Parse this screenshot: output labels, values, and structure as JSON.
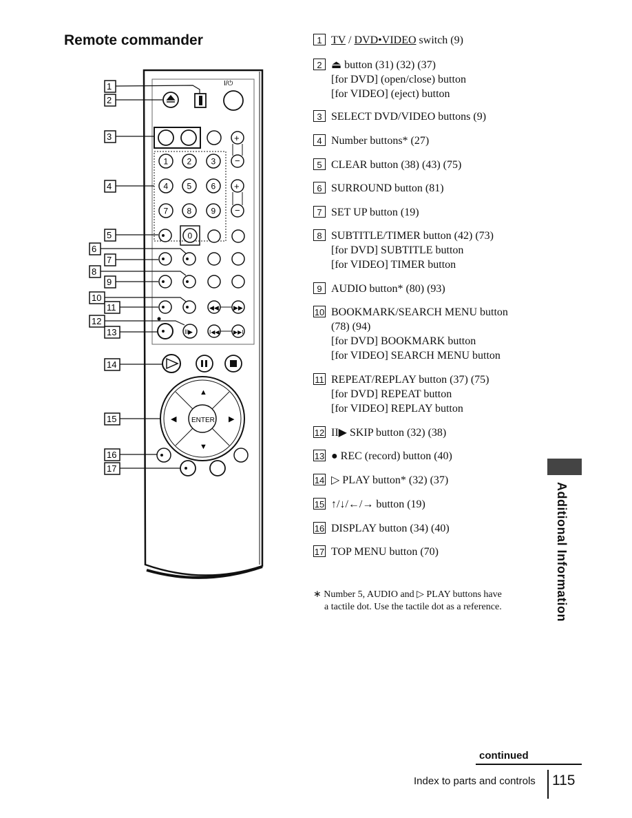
{
  "heading": "Remote commander",
  "remote": {
    "power_label": "I/⏻",
    "number_keys": [
      "1",
      "2",
      "3",
      "4",
      "5",
      "6",
      "7",
      "8",
      "9",
      "0"
    ],
    "enter_label": "ENTER",
    "callouts": [
      "1",
      "2",
      "3",
      "4",
      "5",
      "6",
      "7",
      "8",
      "9",
      "10",
      "11",
      "12",
      "13",
      "14",
      "15",
      "16",
      "17"
    ]
  },
  "items": [
    {
      "num": "1",
      "lines": [
        "TV / DVD•VIDEO switch (9)"
      ]
    },
    {
      "num": "2",
      "lines": [
        "⏏ button (31) (32) (37)",
        "[for DVD] (open/close) button",
        "[for VIDEO] (eject) button"
      ]
    },
    {
      "num": "3",
      "lines": [
        "SELECT DVD/VIDEO buttons (9)"
      ]
    },
    {
      "num": "4",
      "lines": [
        "Number buttons* (27)"
      ]
    },
    {
      "num": "5",
      "lines": [
        "CLEAR button (38) (43) (75)"
      ]
    },
    {
      "num": "6",
      "lines": [
        "SURROUND button (81)"
      ]
    },
    {
      "num": "7",
      "lines": [
        "SET UP button (19)"
      ]
    },
    {
      "num": "8",
      "lines": [
        "SUBTITLE/TIMER button (42) (73)",
        "[for DVD] SUBTITLE button",
        "[for VIDEO] TIMER button"
      ]
    },
    {
      "num": "9",
      "lines": [
        "AUDIO button* (80)  (93)"
      ]
    },
    {
      "num": "10",
      "lines": [
        "BOOKMARK/SEARCH MENU button",
        "(78) (94)",
        "[for DVD] BOOKMARK button",
        "[for VIDEO] SEARCH MENU button"
      ]
    },
    {
      "num": "11",
      "lines": [
        "REPEAT/REPLAY button (37) (75)",
        "[for DVD] REPEAT button",
        "[for VIDEO] REPLAY button"
      ]
    },
    {
      "num": "12",
      "lines": [
        "II▶ SKIP button (32) (38)"
      ]
    },
    {
      "num": "13",
      "lines": [
        "● REC (record) button (40)"
      ]
    },
    {
      "num": "14",
      "lines": [
        "▷ PLAY button* (32) (37)"
      ]
    },
    {
      "num": "15",
      "lines": [
        "↑/↓/←/→ button (19)"
      ]
    },
    {
      "num": "16",
      "lines": [
        "DISPLAY button (34) (40)"
      ]
    },
    {
      "num": "17",
      "lines": [
        "TOP MENU button (70)"
      ]
    }
  ],
  "note": {
    "lines": [
      "∗  Number 5, AUDIO and ▷ PLAY buttons have",
      "a tactile dot.  Use the tactile dot as a reference."
    ]
  },
  "sidebar": "Additional Information",
  "footer": {
    "continued": "continued",
    "section": "Index to parts and controls",
    "page": "115"
  }
}
